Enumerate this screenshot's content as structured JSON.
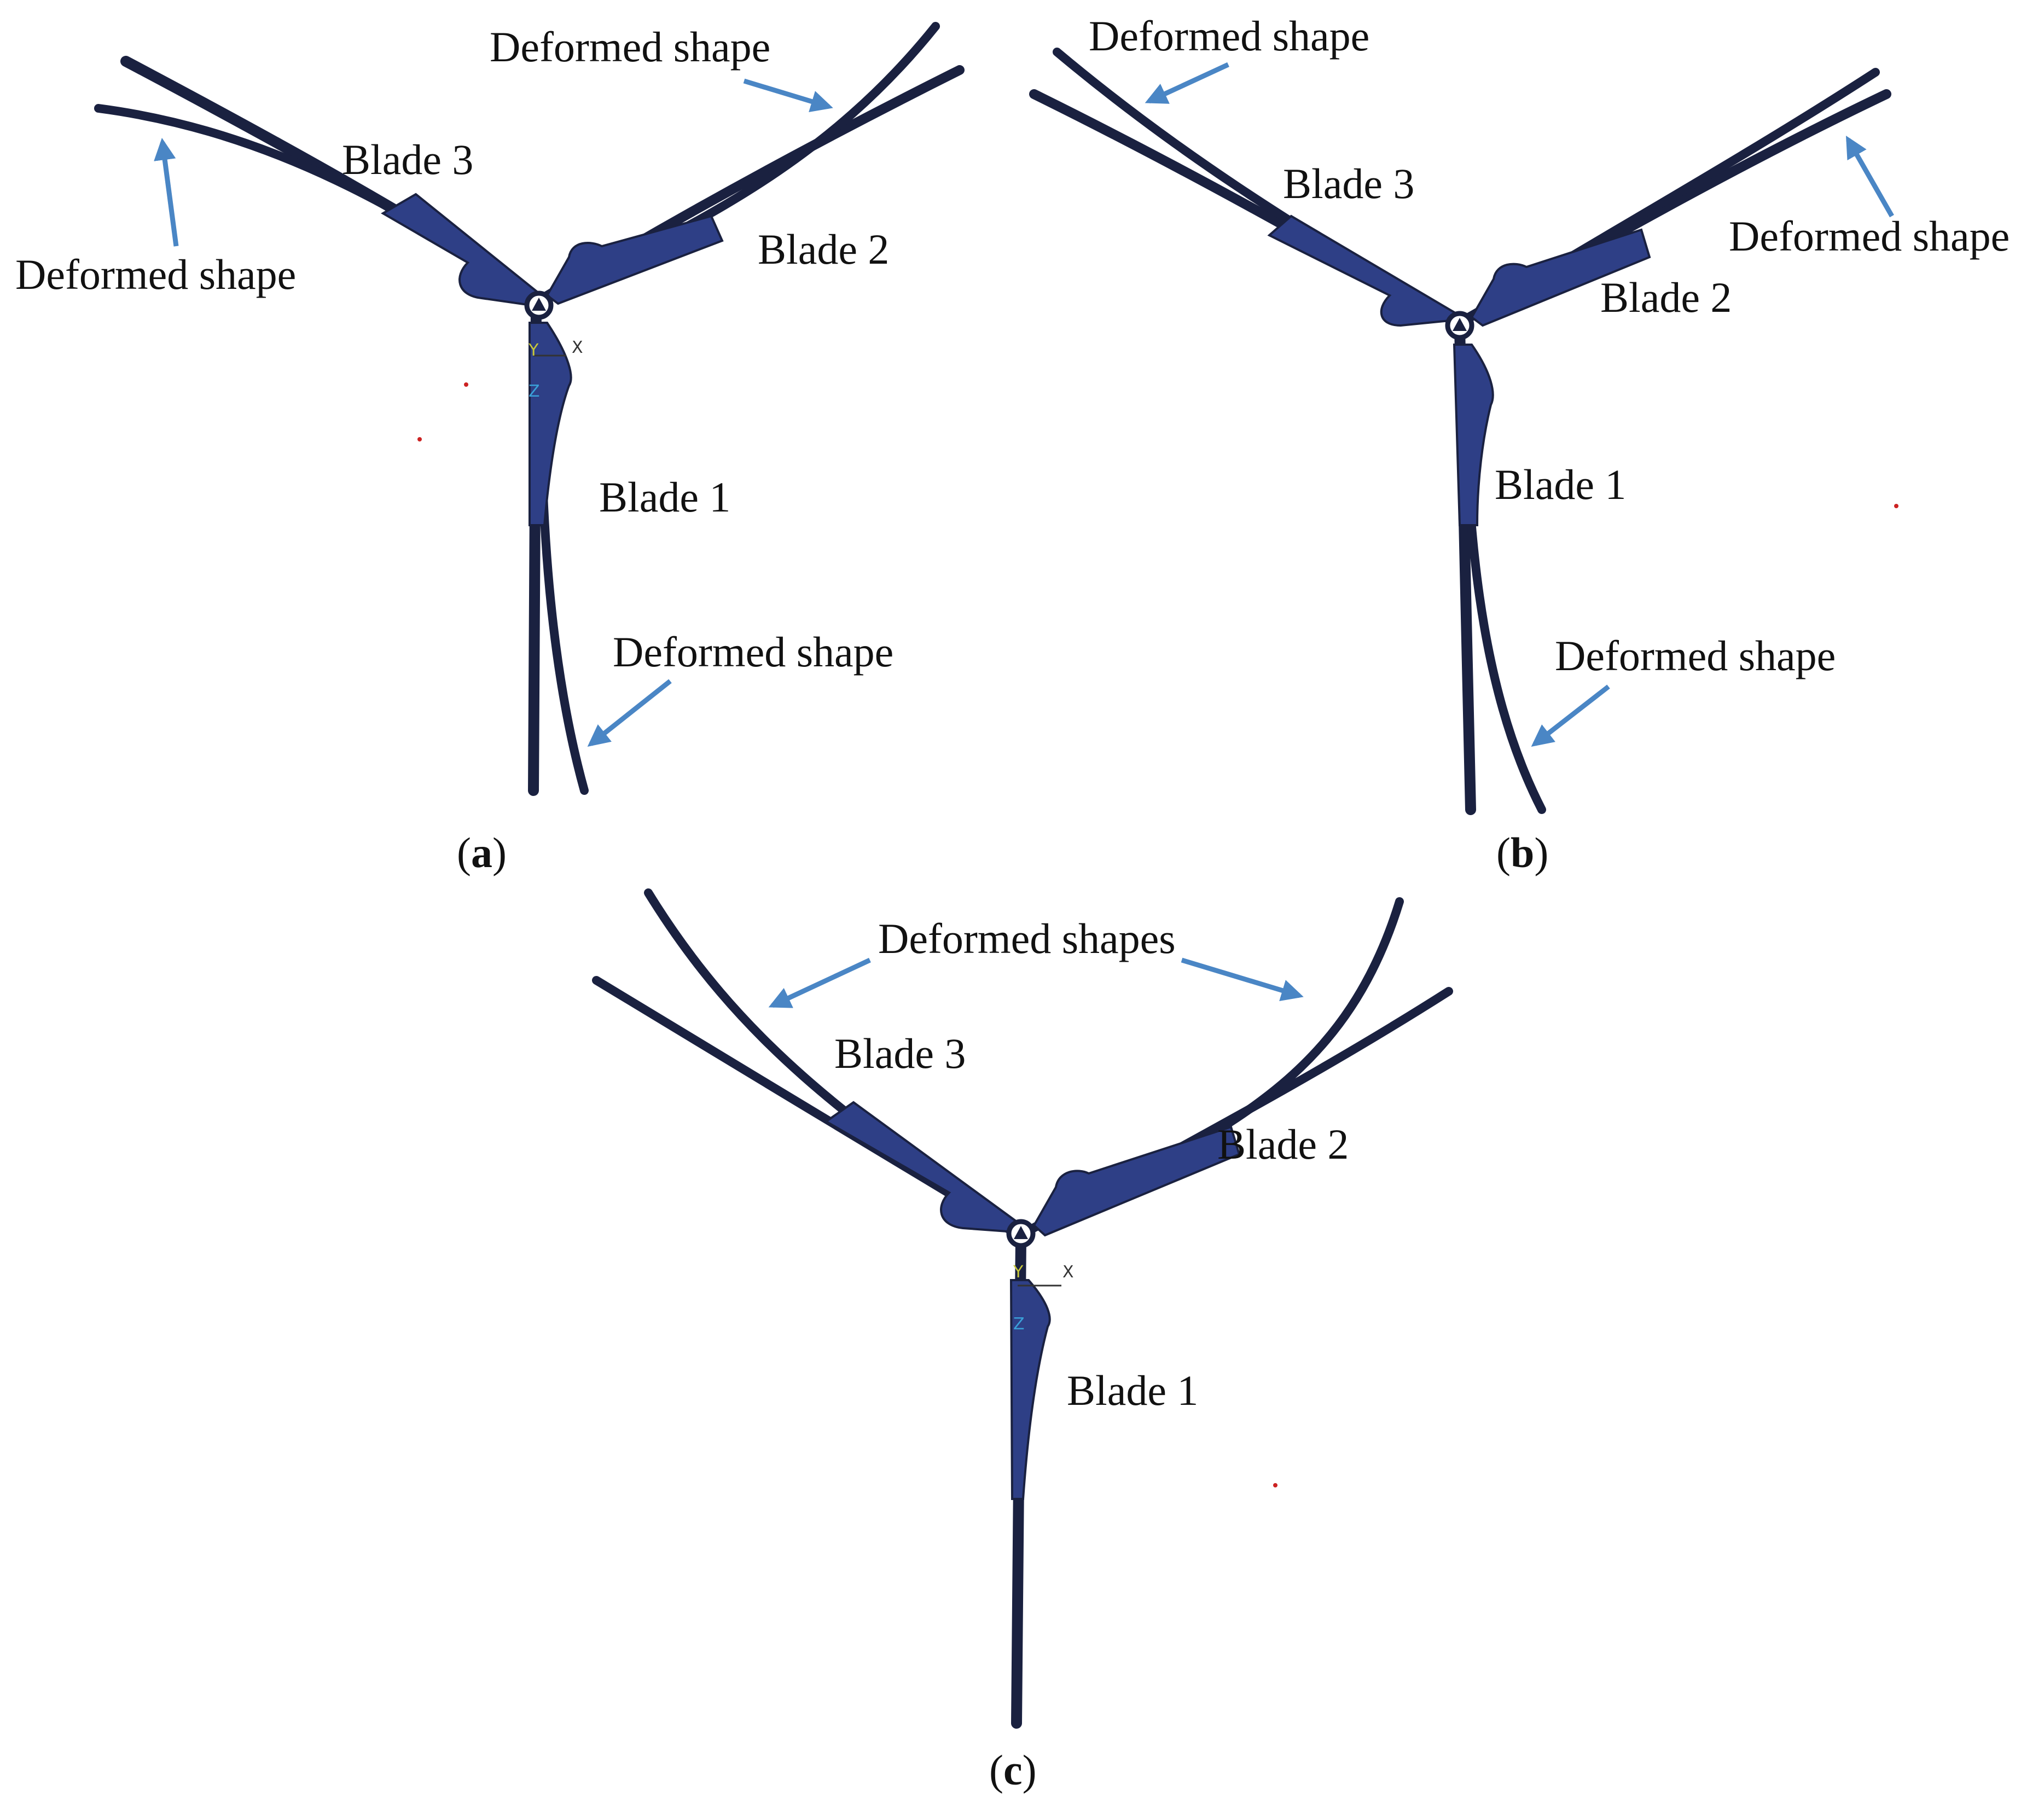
{
  "colors": {
    "blade": "#1a2140",
    "mesh": "#2e3f86",
    "arrow": "#4a86c5",
    "label": "#111111",
    "axis_y": "#c8c83a",
    "axis_z": "#3aa0d8",
    "axis_x": "#333333",
    "dot": "#cc2222"
  },
  "panels": [
    {
      "sublabel": "a",
      "labels": {
        "blade1": "Blade 1",
        "blade2": "Blade 2",
        "blade3": "Blade 3",
        "deformed_b3": "Deformed shape",
        "deformed_b2": "Deformed shape",
        "deformed_b1": "Deformed shape"
      },
      "axis": {
        "y": "Y",
        "z": "Z",
        "x": "X"
      }
    },
    {
      "sublabel": "b",
      "labels": {
        "blade1": "Blade 1",
        "blade2": "Blade 2",
        "blade3": "Blade 3",
        "deformed_b3": "Deformed shape",
        "deformed_b2": "Deformed shape",
        "deformed_b1": "Deformed shape"
      }
    },
    {
      "sublabel": "c",
      "labels": {
        "blade1": "Blade 1",
        "blade2": "Blade 2",
        "blade3": "Blade 3",
        "deformed_shapes": "Deformed shapes"
      },
      "axis": {
        "y": "Y",
        "z": "Z",
        "x": "X"
      }
    }
  ]
}
